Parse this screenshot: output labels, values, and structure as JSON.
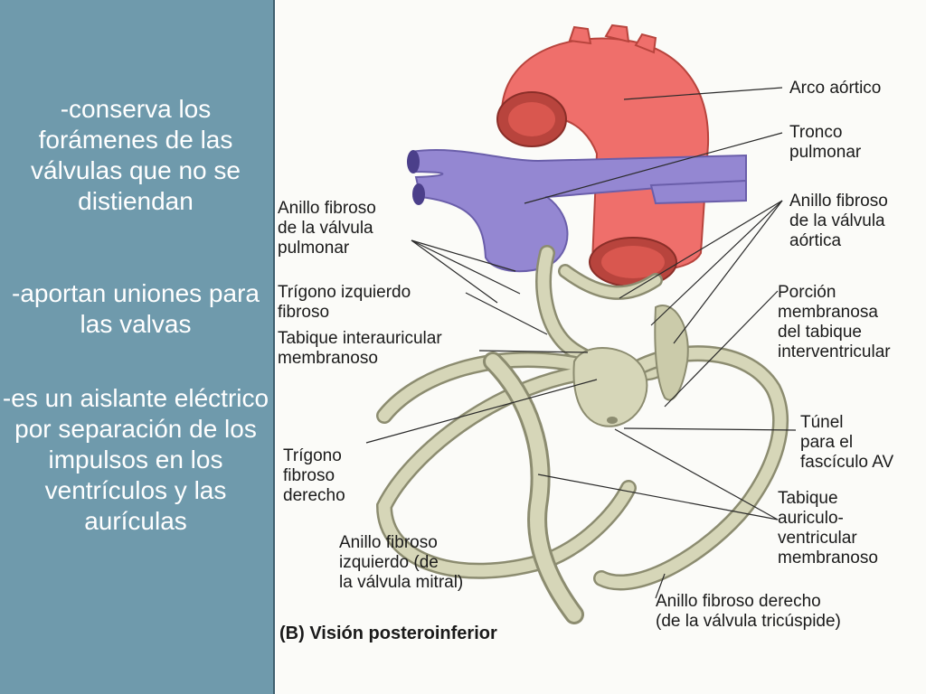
{
  "slide": {
    "left_text": [
      "-conserva los forámenes de las válvulas que no se distiendan",
      "-aportan uniones para las valvas",
      "-es un aislante eléctrico por separación de los impulsos en los ventrículos y las aurículas"
    ]
  },
  "diagram": {
    "caption": "(B) Visión posteroinferior",
    "labels": {
      "arco_aortico": "Arco aórtico",
      "tronco_pulmonar": "Tronco\npulmonar",
      "anillo_aortica": "Anillo fibroso\nde la válvula\naórtica",
      "anillo_pulmonar": "Anillo fibroso\nde la válvula\npulmonar",
      "trigono_izquierdo": "Trígono izquierdo\nfibroso",
      "tabique_interauricular": "Tabique interauricular\nmembranoso",
      "porcion_membranosa": "Porción\nmembranosa\ndel tabique\ninterventricular",
      "tunel_fasciculo": "Túnel\npara el\nfascículo AV",
      "trigono_derecho": "Trígono\nfibroso\nderecho",
      "tabique_av": "Tabique\nauriculo-\nventricular\nmembranoso",
      "anillo_mitral": "Anillo fibroso\nizquierdo (de\nla válvula mitral)",
      "anillo_tricuspide": "Anillo fibroso derecho\n(de la válvula tricúspide)"
    },
    "colors": {
      "aorta": "#ef6f6b",
      "aorta_dark": "#b8443d",
      "pulmonary": "#9487d2",
      "pulmonary_dark": "#6a5eaa",
      "skeleton": "#d6d6b8",
      "skeleton_edge": "#8c8c70",
      "panel": "#6f9aac"
    }
  }
}
